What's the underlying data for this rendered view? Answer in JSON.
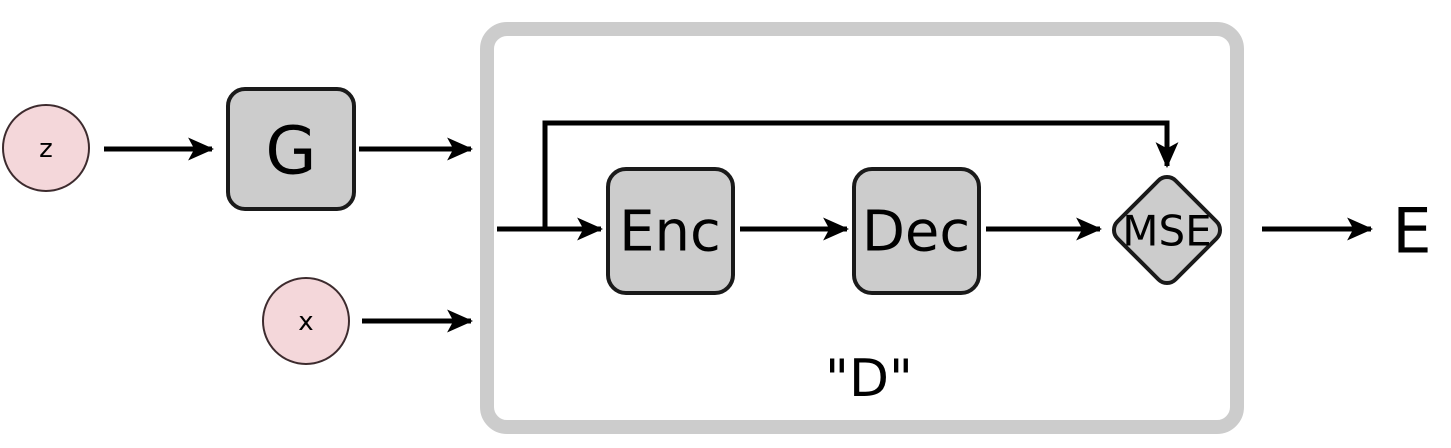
{
  "diagram": {
    "title": "GAN with autoencoder discriminator (BEGAN-style) block diagram",
    "type": "flow-diagram",
    "colors": {
      "background": "#ffffff",
      "node_fill_gray": "#cccccc",
      "node_stroke_dark": "#1a1a1a",
      "circle_fill_pink": "#f4d7da",
      "circle_stroke": "#3d2b2e",
      "group_border_gray": "#cccccc",
      "arrow_color": "#000000"
    },
    "inputs": [
      {
        "id": "z",
        "label": "z",
        "shape": "circle",
        "fill": "#f4d7da"
      },
      {
        "id": "x",
        "label": "x",
        "shape": "circle",
        "fill": "#f4d7da"
      }
    ],
    "blocks": [
      {
        "id": "G",
        "label": "G",
        "shape": "rounded-rect",
        "fill": "#cccccc"
      },
      {
        "id": "Enc",
        "label": "Enc",
        "shape": "rounded-rect",
        "fill": "#cccccc"
      },
      {
        "id": "Dec",
        "label": "Dec",
        "shape": "rounded-rect",
        "fill": "#cccccc"
      },
      {
        "id": "MSE",
        "label": "MSE",
        "shape": "diamond",
        "fill": "#cccccc"
      }
    ],
    "group": {
      "id": "D",
      "label": "\"D\"",
      "shape": "rounded-rect-outline",
      "border_color": "#cccccc",
      "contains": [
        "Enc",
        "Dec",
        "MSE"
      ]
    },
    "outputs": [
      {
        "id": "E",
        "label": "E"
      }
    ],
    "edges": [
      {
        "from": "z",
        "to": "G",
        "arrow": true
      },
      {
        "from": "G",
        "to": "D",
        "arrow": true
      },
      {
        "from": "x",
        "to": "D",
        "arrow": true
      },
      {
        "from": "D-input",
        "to": "Enc",
        "arrow": true
      },
      {
        "from": "Enc",
        "to": "Dec",
        "arrow": true
      },
      {
        "from": "Dec",
        "to": "MSE",
        "arrow": true
      },
      {
        "from": "D-input-skip",
        "to": "MSE",
        "arrow": true,
        "style": "skip-connection"
      },
      {
        "from": "MSE",
        "to": "E",
        "arrow": true
      }
    ]
  }
}
